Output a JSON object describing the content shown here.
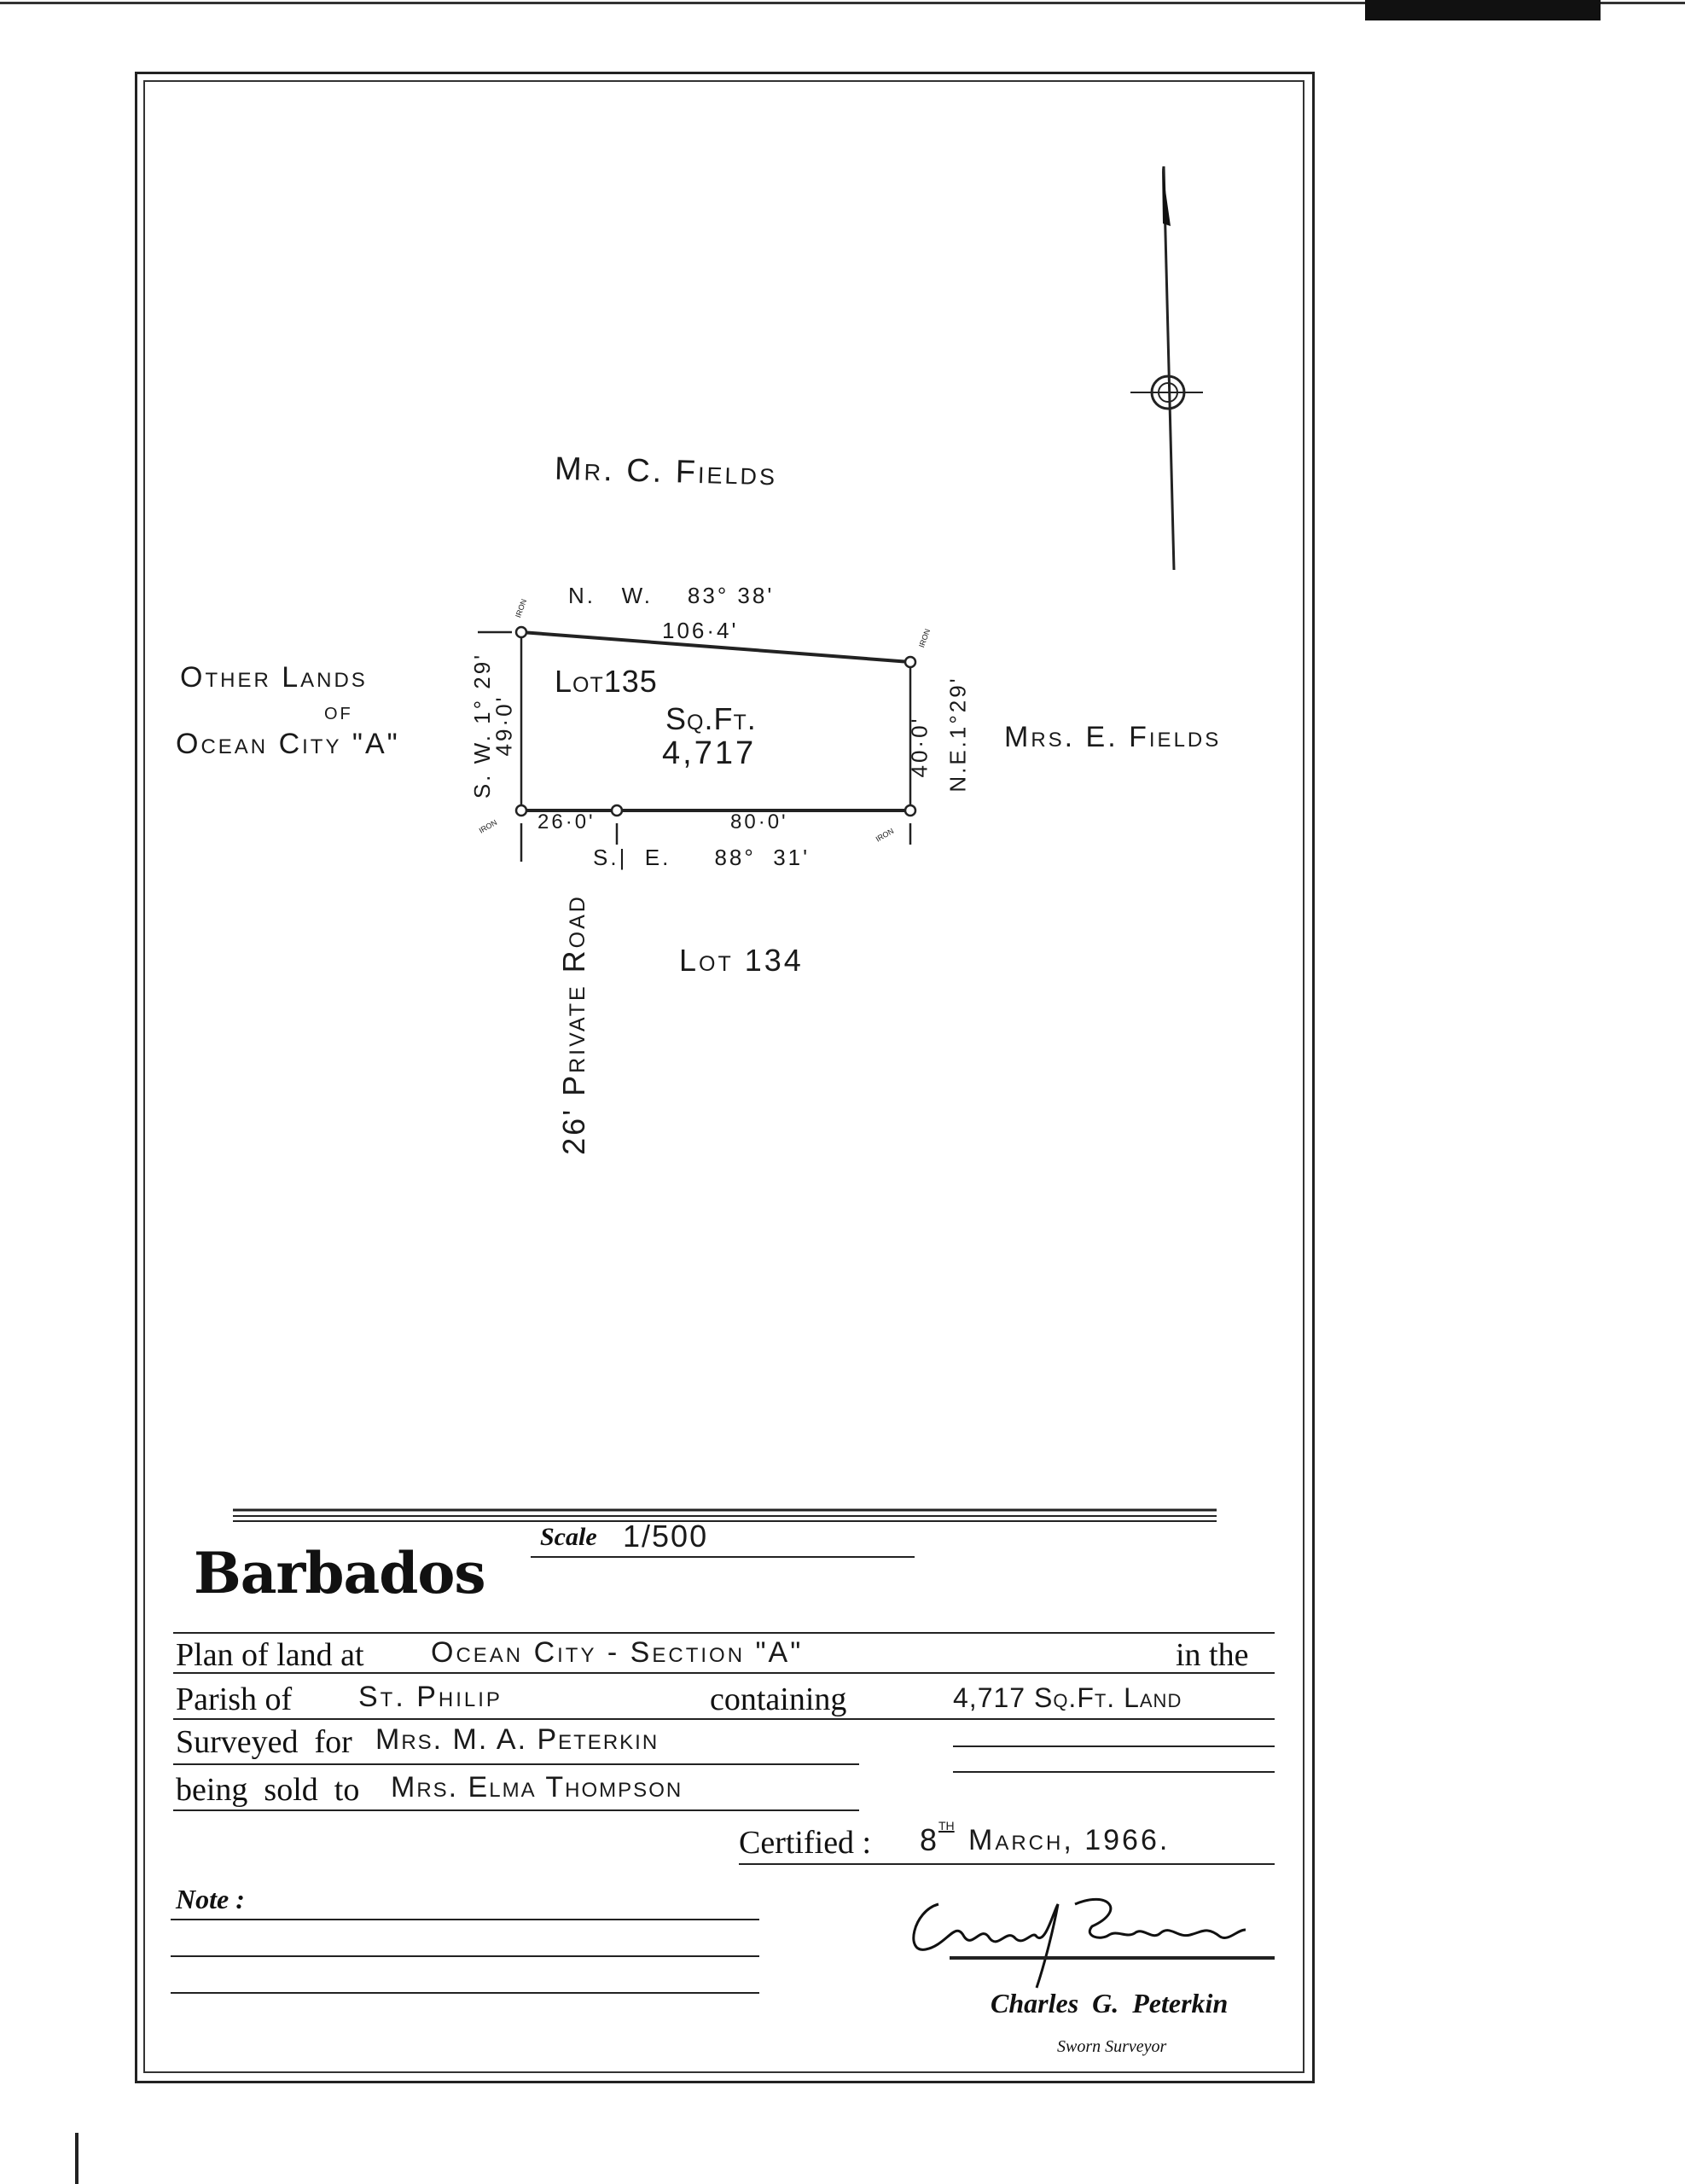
{
  "plan": {
    "north_owner": "Mr. C. Fields",
    "west_owner_line1": "Other Lands",
    "west_owner_line2": "of",
    "west_owner_line3": "Ocean City \"A\"",
    "east_owner": "Mrs. E. Fields",
    "south_lot": "Lot 134",
    "lot_label": "Lot135",
    "area_unit": "Sq.Ft.",
    "area_value": "4,717",
    "north_bearing": "N.   W.    83° 38'",
    "north_length": "106·4'",
    "west_bearing": "S. W. 1° 29'",
    "west_length": "49·0'",
    "east_length": "40·0'",
    "east_bearing": "N.E.1°29'",
    "south_length_1": "26·0'",
    "south_length_2": "80·0'",
    "south_bearing": "S.|  E.     88°  31'",
    "road_label": "26' Private Road",
    "iron_marker": "iron"
  },
  "title_block": {
    "country": "Barbados",
    "scale_label": "Scale",
    "scale_value": "1/500",
    "plan_of_land_label": "Plan of land at",
    "location": "Ocean City - Section \"A\"",
    "in_the_label": "in the",
    "parish_label": "Parish of",
    "parish": "St. Philip",
    "containing_label": "containing",
    "containing": "4,717 Sq.Ft. Land",
    "surveyed_for_label": "Surveyed  for",
    "surveyed_for": "Mrs. M. A. Peterkin",
    "sold_to_label": "being  sold  to",
    "sold_to": "Mrs. Elma Thompson",
    "certified_label": "Certified :",
    "certified_day": "8",
    "certified_suffix": "th",
    "certified_date": "March, 1966.",
    "note_label": "Note :",
    "signature": "Charles G. Peterkin",
    "surveyor_name": "Charles  G.  Peterkin",
    "surveyor_title": "Sworn Surveyor"
  }
}
